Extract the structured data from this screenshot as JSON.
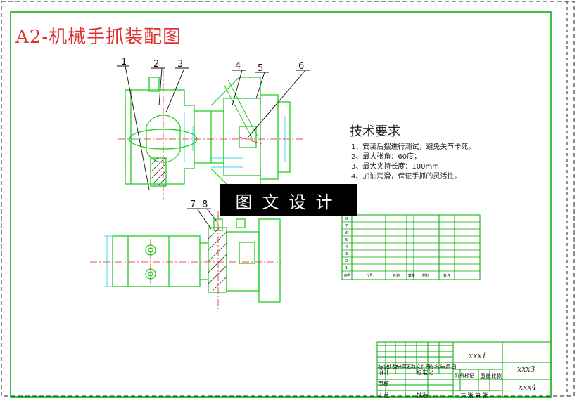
{
  "drawing": {
    "title": "A2-机械手抓装配图",
    "watermark": "图文设计",
    "part_labels": [
      "1",
      "2",
      "3",
      "4",
      "5",
      "6",
      "7",
      "8"
    ]
  },
  "requirements": {
    "heading": "技术要求",
    "items": [
      "1、安装后摆进行测试，避免关节卡死。",
      "2、最大张角：60度；",
      "3、最大夹持长度：100mm;",
      "4、加油润滑，保证手抓的灵活性。"
    ]
  },
  "bom": {
    "rows": [
      {
        "no": "8"
      },
      {
        "no": "7"
      },
      {
        "no": "6"
      },
      {
        "no": "5"
      },
      {
        "no": "4"
      },
      {
        "no": "3"
      },
      {
        "no": "2"
      },
      {
        "no": "1"
      }
    ],
    "header": [
      "序号",
      "代号",
      "名称",
      "数量",
      "材料",
      "备注"
    ]
  },
  "title_block": {
    "name_field": "xxx1",
    "drawing_no": "xxx3",
    "company": "xxx4",
    "labels": {
      "mark": "标记",
      "count": "处数",
      "zone": "分区",
      "change_doc": "更改文件号",
      "sign": "签名",
      "date": "年月日",
      "design": "设计",
      "standard": "标准化",
      "stage": "阶段标记",
      "weight": "重量",
      "scale": "比例",
      "review": "审核",
      "process": "工艺",
      "approve": "批准",
      "sheet": "共 张 第 张"
    }
  },
  "colors": {
    "frame": "#00aa00",
    "outline": "#22cc22",
    "centerline": "#e02020",
    "dimension": "#00c8e0",
    "hatch": "#333333",
    "title": "#e03030"
  }
}
